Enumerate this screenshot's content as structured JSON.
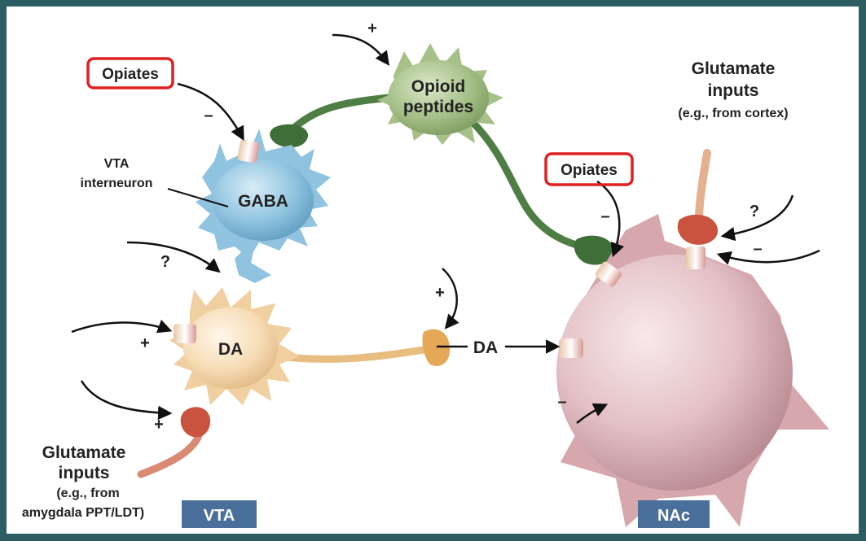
{
  "labels": {
    "opiates_left": "Opiates",
    "opiates_right": "Opiates",
    "opioid_line1": "Opioid",
    "opioid_line2": "peptides",
    "glut_right_line1": "Glutamate",
    "glut_right_line2": "inputs",
    "glut_right_line3": "(e.g., from cortex)",
    "vta_interneuron_line1": "VTA",
    "vta_interneuron_line2": "interneuron",
    "gaba": "GABA",
    "da_cell": "DA",
    "da_release": "DA",
    "glut_left_line1": "Glutamate",
    "glut_left_line2": "inputs",
    "glut_left_line3": "(e.g., from",
    "glut_left_line4": "amygdala PPT/LDT)"
  },
  "signs": {
    "opioid_input": "+",
    "opiates_left_effect": "–",
    "gaba_input": "?",
    "da_input_upper": "+",
    "da_input_lower": "+",
    "da_terminal_input": "+",
    "opiates_right_effect": "–",
    "glut_right_question": "?",
    "glut_right_minus": "–",
    "nac_lower_minus": "–"
  },
  "regions": {
    "vta": "VTA",
    "nac": "NAc"
  },
  "colors": {
    "frame_background": "#2b5d63",
    "tag_fill": "#4a6f9a",
    "highlight_box": "#e02020",
    "gaba_cell": "#8fc3df",
    "da_cell": "#f6dcb5",
    "opioid_cell": "#a6c088",
    "nac_cell": "#e3c1c6",
    "opioid_axon": "#4f7e45",
    "glutamate_terminal": "#c9533f"
  }
}
